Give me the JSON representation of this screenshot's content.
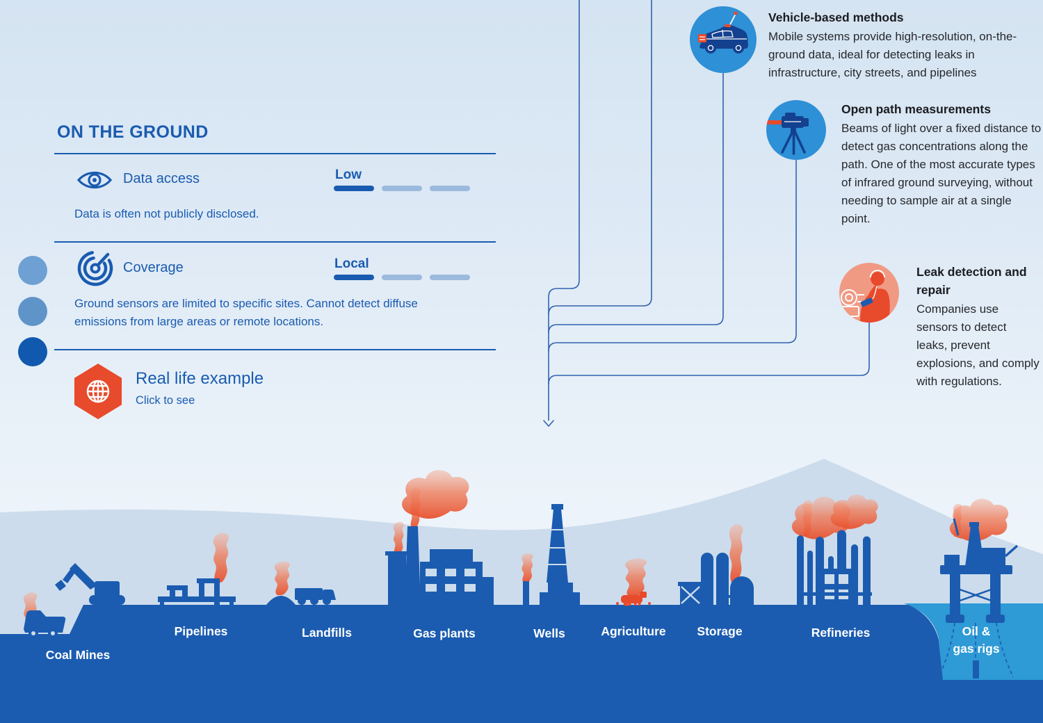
{
  "colors": {
    "accent": "#1a5bb0",
    "line": "#2f63ae",
    "bright": "#2e90d6",
    "navy": "#14418f",
    "orange": "#e84a2c",
    "salmon": "#f09a84",
    "ground": "#1b5cb0",
    "water": "#2e9ad6",
    "hill": "#ccdcec",
    "bar-empty": "#9cbade",
    "label": "#ffffff",
    "heading": "#1b1c20",
    "body": "#26282c"
  },
  "panel": {
    "title": "ON THE GROUND",
    "metrics": [
      {
        "icon": "eye-icon",
        "label": "Data access",
        "rating": "Low",
        "note": "Data is often not publicly disclosed."
      },
      {
        "icon": "coverage-icon",
        "label": "Coverage",
        "rating": "Local",
        "note": "Ground sensors are limited to specific sites. Cannot detect diffuse emissions from large areas or remote locations."
      }
    ],
    "example": {
      "title": "Real life example",
      "cta": "Click to see"
    }
  },
  "methods": [
    {
      "title": "Vehicle-based methods",
      "body": "Mobile systems provide high-resolution, on-the-ground data, ideal for detecting leaks in infrastructure, city streets, and pipelines"
    },
    {
      "title": "Open path measurements",
      "body": "Beams of light over a fixed distance to detect gas concentrations along the path. One of the most accurate types of infrared ground surveying, without needing to sample air at a single point."
    },
    {
      "title": "Leak detection and repair",
      "body": "Companies use sensors to detect leaks, prevent explosions, and comply with regulations."
    }
  ],
  "sources": [
    {
      "label": "Coal Mines"
    },
    {
      "label": "Pipelines"
    },
    {
      "label": "Landfills"
    },
    {
      "label": "Gas plants"
    },
    {
      "label": "Wells"
    },
    {
      "label": "Agriculture"
    },
    {
      "label": "Storage"
    },
    {
      "label": "Refineries"
    },
    {
      "label": "Oil &\ngas rigs"
    }
  ]
}
